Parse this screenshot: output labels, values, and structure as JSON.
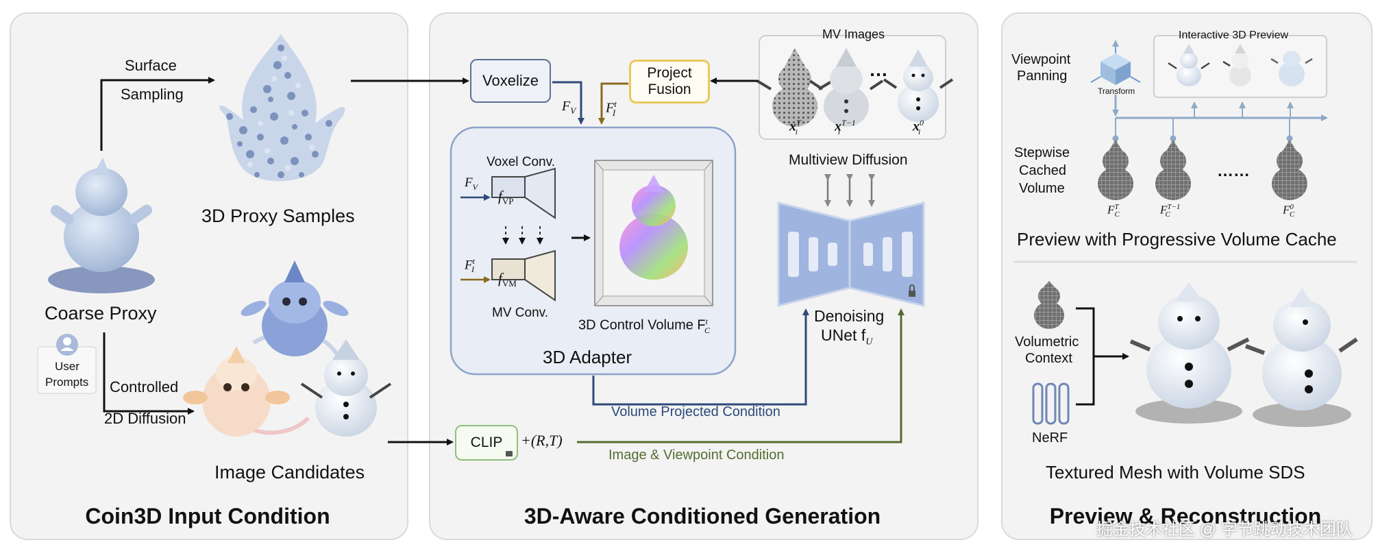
{
  "panels": {
    "input": {
      "title": "Coin3D Input Condition",
      "surface": "Surface",
      "sampling": "Sampling",
      "proxy_samples": "3D Proxy Samples",
      "coarse_proxy": "Coarse Proxy",
      "user": "User",
      "prompts": "Prompts",
      "controlled": "Controlled",
      "diffusion2d": "2D Diffusion",
      "image_candidates": "Image Candidates"
    },
    "generation": {
      "title": "3D-Aware Conditioned Generation",
      "voxelize": "Voxelize",
      "project": "Project",
      "fusion": "Fusion",
      "mv_images": "MV Images",
      "dots": "…",
      "fv": "F",
      "fv_sub": "V",
      "fi": "F",
      "fi_sub": "I",
      "fi_sup": "t",
      "voxel_conv": "Voxel Conv.",
      "mv_conv": "MV Conv.",
      "f_vp": "f",
      "f_vp_sub": "VP",
      "f_vm": "f",
      "f_vm_sub": "VM",
      "control_volume": "3D Control Volume F",
      "control_volume_sub": "C",
      "control_volume_sup": "t",
      "adapter": "3D Adapter",
      "multiview_diffusion": "Multiview Diffusion",
      "denoising": "Denoising",
      "unet": "UNet f",
      "unet_sub": "U",
      "volume_projected": "Volume Projected Condition",
      "clip": "CLIP",
      "rt": "+(R,T)",
      "image_viewpoint": "Image & Viewpoint Condition",
      "x_labels": [
        {
          "base": "x",
          "sub": "i",
          "sup": "T"
        },
        {
          "base": "x",
          "sub": "i",
          "sup": "T−1"
        },
        {
          "base": "x",
          "sub": "i",
          "sup": "0"
        }
      ]
    },
    "preview": {
      "title": "Preview & Reconstruction",
      "viewpoint": "Viewpoint",
      "panning": "Panning",
      "transform": "Transform",
      "interactive": "Interactive 3D Preview",
      "stepwise": "Stepwise",
      "cached": "Cached",
      "volume": "Volume",
      "dots": "……",
      "fc_labels": [
        {
          "base": "F",
          "sub": "C",
          "sup": "T"
        },
        {
          "base": "F",
          "sub": "C",
          "sup": "T−1"
        },
        {
          "base": "F",
          "sub": "C",
          "sup": "0"
        }
      ],
      "progressive": "Preview with Progressive Volume Cache",
      "volumetric": "Volumetric",
      "context": "Context",
      "nerf": "NeRF",
      "textured": "Textured Mesh with Volume SDS"
    }
  },
  "watermark": "掘金技术社区 @ 字节跳动技术团队",
  "colors": {
    "blue_arrow": "#2c4a7a",
    "green_arrow": "#556b2f",
    "brown_arrow": "#8a6a1f",
    "fusion_border": "#e8c95a",
    "clip_border": "#8fbf7a",
    "adapter_border": "#8aa3c9",
    "unet_fill": "#9fb4de"
  }
}
